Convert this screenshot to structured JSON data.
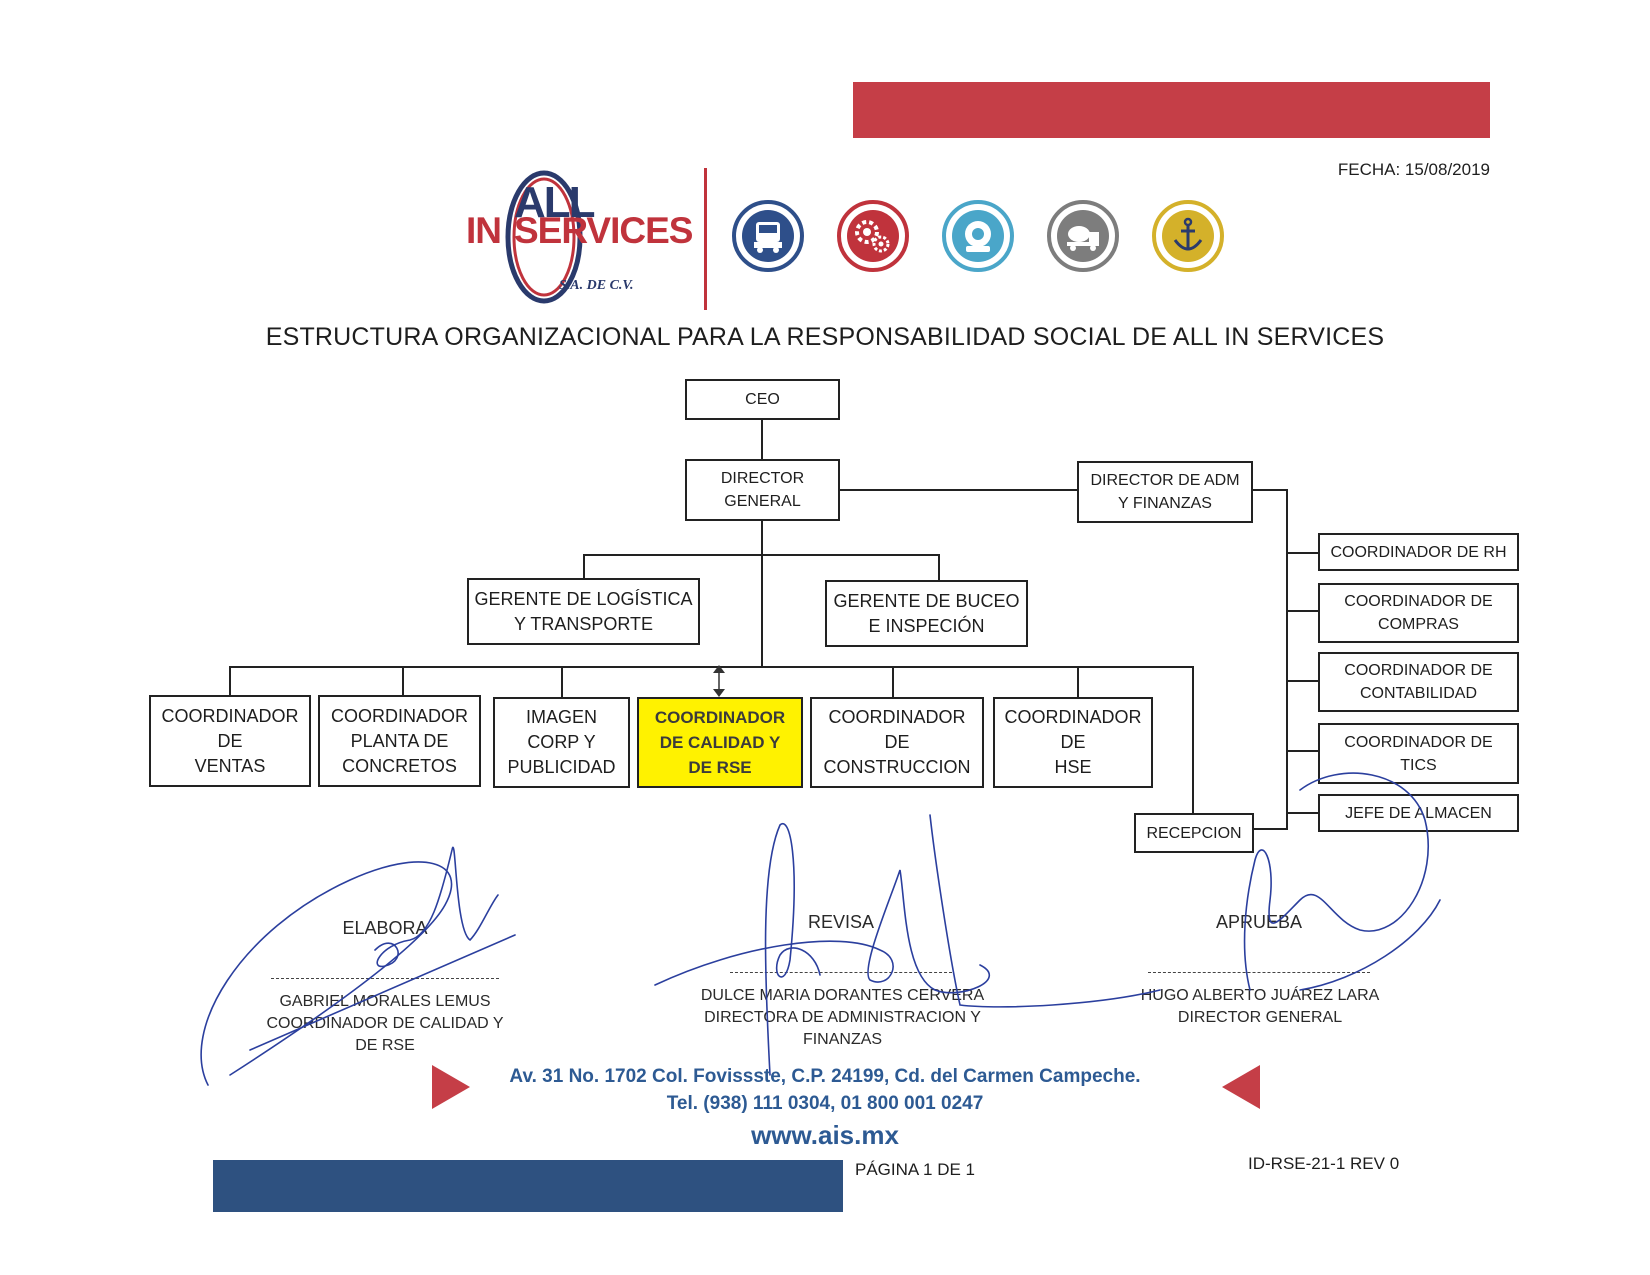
{
  "header": {
    "date": "FECHA: 15/08/2019",
    "title": "ESTRUCTURA ORGANIZACIONAL PARA LA RESPONSABILIDAD SOCIAL DE ALL IN SERVICES",
    "logo_all": "ALL",
    "logo_in": "IN",
    "logo_services": "SERVICES",
    "logo_sub": "S.A. DE C.V.",
    "icons": [
      {
        "name": "truck-icon",
        "color": "#2e4f8a"
      },
      {
        "name": "gears-icon",
        "color": "#c0333c"
      },
      {
        "name": "diving-helmet-icon",
        "color": "#4aa6c9"
      },
      {
        "name": "concrete-mixer-icon",
        "color": "#7d7d7d"
      },
      {
        "name": "anchor-icon",
        "color": "#d4b12a"
      }
    ],
    "colors": {
      "red": "#c53e47",
      "blue": "#2e5180",
      "highlight": "#fff200",
      "link": "#2d5a93"
    }
  },
  "org": {
    "ceo": "CEO",
    "director_general": "DIRECTOR\nGENERAL",
    "director_adm": "DIRECTOR DE ADM\nY FINANZAS",
    "gerente_logistica": "GERENTE DE LOGÍSTICA\nY TRANSPORTE",
    "gerente_buceo": "GERENTE DE BUCEO\nE INSPECIÓN",
    "coord_ventas": "COORDINADOR\nDE\nVENTAS",
    "coord_planta": "COORDINADOR\nPLANTA DE\nCONCRETOS",
    "imagen_corp": "IMAGEN\nCORP Y\nPUBLICIDAD",
    "coord_calidad": "COORDINADOR\nDE CALIDAD Y\nDE RSE",
    "coord_construccion": "COORDINADOR\nDE\nCONSTRUCCION",
    "coord_hse": "COORDINADOR\nDE\nHSE",
    "recepcion": "RECEPCION",
    "coord_rh": "COORDINADOR DE RH",
    "coord_compras": "COORDINADOR DE\nCOMPRAS",
    "coord_contabilidad": "COORDINADOR DE\nCONTABILIDAD",
    "coord_tics": "COORDINADOR DE\nTICS",
    "jefe_almacen": "JEFE DE ALMACEN"
  },
  "signatures": {
    "elabora_label": "ELABORA",
    "elabora_name": "GABRIEL MORALES LEMUS\nCOORDINADOR DE CALIDAD Y\nDE RSE",
    "revisa_label": "REVISA",
    "revisa_name": "DULCE MARIA DORANTES CERVERA\nDIRECTORA DE ADMINISTRACION Y\nFINANZAS",
    "aprueba_label": "APRUEBA",
    "aprueba_name": "HUGO ALBERTO JUÁREZ LARA\nDIRECTOR GENERAL"
  },
  "footer": {
    "address": "Av. 31 No. 1702 Col. Fovissste, C.P. 24199, Cd. del Carmen Campeche.",
    "phone": "Tel. (938) 111 0304, 01 800 001 0247",
    "website": "www.ais.mx",
    "page": "PÁGINA 1 DE 1",
    "doc_id": "ID-RSE-21-1 REV 0"
  }
}
